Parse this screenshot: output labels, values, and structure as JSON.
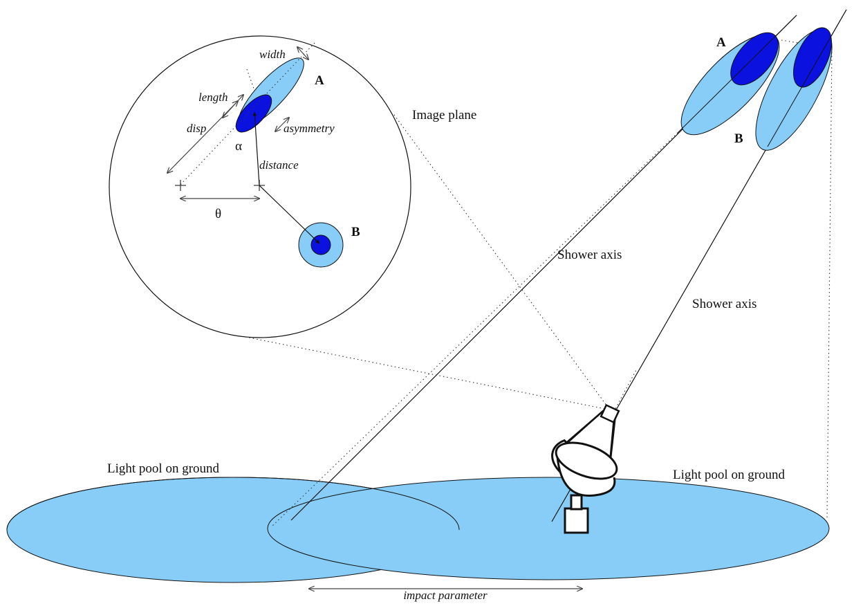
{
  "labels": {
    "image_plane": "Image plane",
    "shower_axis_a": "Shower axis",
    "shower_axis_b": "Shower axis",
    "light_pool_left": "Light pool on ground",
    "light_pool_right": "Light pool on ground",
    "impact_parameter": "impact parameter",
    "sky_a": "A",
    "sky_b": "B",
    "cam_a": "A",
    "cam_b": "B"
  },
  "hillas": {
    "width": "width",
    "length": "length",
    "disp": "disp",
    "asymmetry": "asymmetry",
    "distance": "distance",
    "alpha": "α",
    "theta": "θ"
  },
  "colors": {
    "light_blue": "#87cdf7",
    "dark_blue": "#0b12e0",
    "line": "#111111"
  }
}
